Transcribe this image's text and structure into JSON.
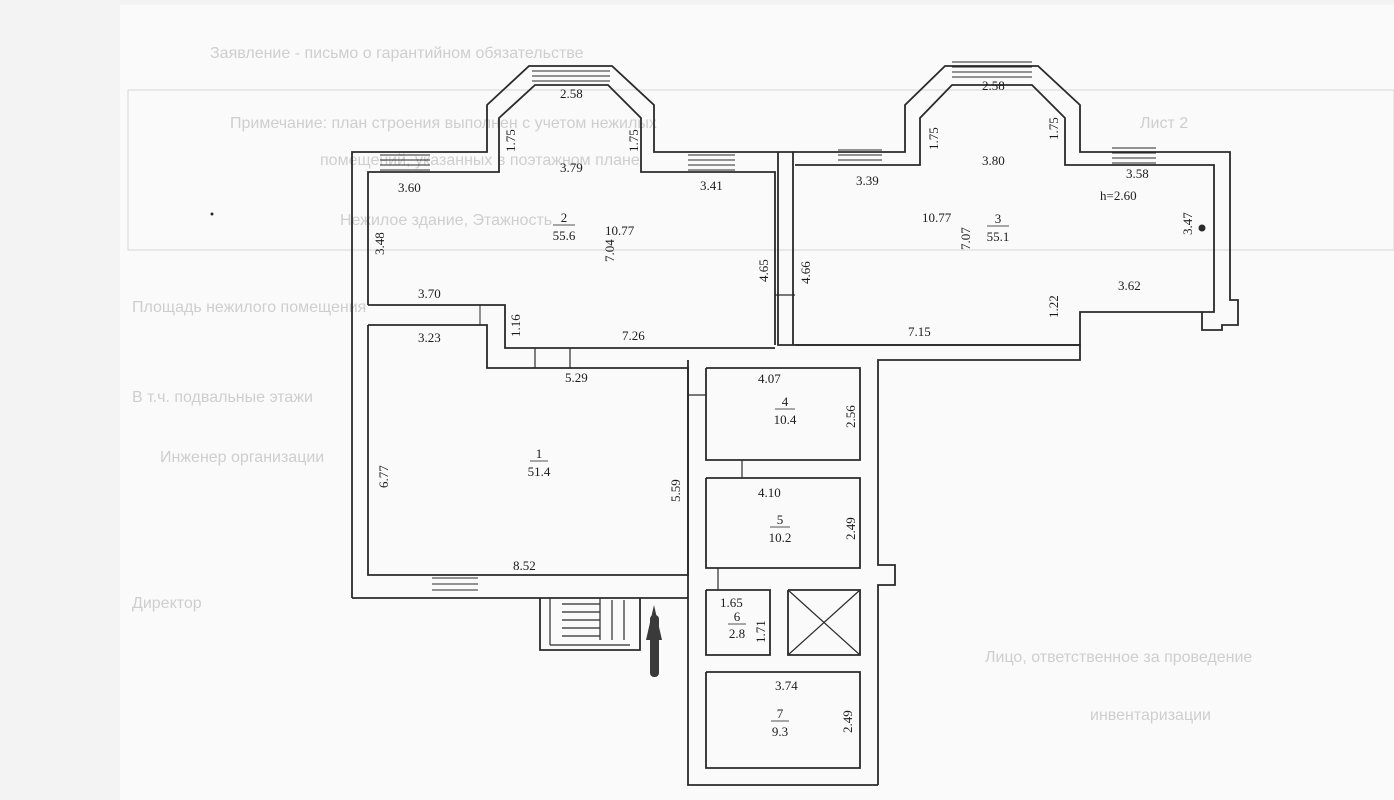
{
  "plan": {
    "height_note": "h=2.60",
    "rooms": [
      {
        "id": "1",
        "number": "1",
        "area": "51.4"
      },
      {
        "id": "2",
        "number": "2",
        "area": "55.6"
      },
      {
        "id": "3",
        "number": "3",
        "area": "55.1"
      },
      {
        "id": "4",
        "number": "4",
        "area": "10.4"
      },
      {
        "id": "5",
        "number": "5",
        "area": "10.2"
      },
      {
        "id": "6",
        "number": "6",
        "area": "2.8"
      },
      {
        "id": "7",
        "number": "7",
        "area": "9.3"
      }
    ],
    "dimensions": [
      "2.58",
      "1.75",
      "1.75",
      "3.79",
      "3.60",
      "3.41",
      "3.48",
      "10.77",
      "7.04",
      "4.65",
      "3.70",
      "1.16",
      "3.23",
      "7.26",
      "5.29",
      "6.77",
      "5.59",
      "8.52",
      "2.58",
      "1.75",
      "1.75",
      "3.80",
      "3.39",
      "3.58",
      "10.77",
      "7.07",
      "4.66",
      "3.47",
      "3.62",
      "1.22",
      "7.15",
      "4.07",
      "2.56",
      "4.10",
      "2.49",
      "1.65",
      "1.71",
      "3.74",
      "2.49"
    ]
  },
  "background_text": [
    "Заявление - письмо о гарантийном обязательстве",
    "Примечание: план строения выполнен с учетом нежилых",
    "помещений, указанных в поэтажном плане",
    "Нежилое здание, Этажность",
    "Лист 2",
    "Площадь нежилого помещения",
    "В т.ч. подвальные этажи",
    "Инженер организации",
    "Директор",
    "Лицо, ответственное за проведение",
    "инвентаризации"
  ]
}
